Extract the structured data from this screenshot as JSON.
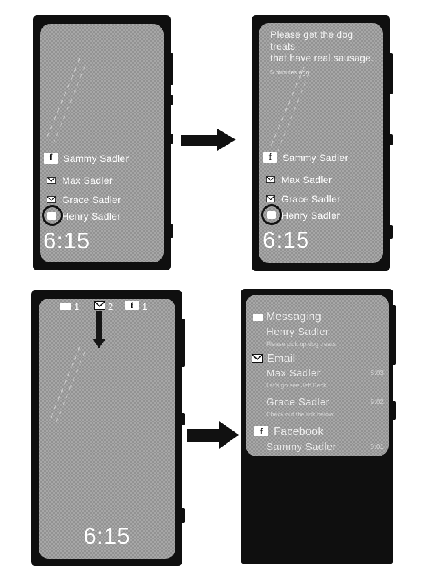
{
  "figure": {
    "clock": "6:15",
    "colors": {
      "bezel": "#0f0f0f",
      "screen_gray": "#9c9c9c",
      "text_white": "#ffffff"
    },
    "icons": {
      "facebook": "f-badge-icon",
      "email": "envelope-icon",
      "messaging": "square-icon",
      "facebook_glyph": "f"
    },
    "lock_screen": {
      "contacts": [
        {
          "app": "facebook",
          "name": "Sammy Sadler"
        },
        {
          "app": "email",
          "name": "Max Sadler"
        },
        {
          "app": "email",
          "name": "Grace Sadler"
        },
        {
          "app": "messaging",
          "name": "Henry Sadler",
          "highlighted": true
        }
      ]
    },
    "notification_banner": {
      "line1": "Please get the dog treats",
      "line2": "that have real sausage.",
      "ago": "5 minutes ago"
    },
    "status_bar": {
      "messaging_count": "1",
      "email_count": "2",
      "facebook_count": "1"
    },
    "shade": {
      "messaging_header": "Messaging",
      "email_header": "Email",
      "facebook_header": "Facebook",
      "henry": {
        "name": "Henry Sadler",
        "preview": "Please pick up dog treats"
      },
      "max": {
        "name": "Max Sadler",
        "preview": "Let's go see Jeff Beck",
        "time": "8:03"
      },
      "grace": {
        "name": "Grace Sadler",
        "preview": "Check out the link below",
        "time": "9:02"
      },
      "sammy": {
        "name": "Sammy Sadler",
        "time": "9:01"
      }
    }
  }
}
